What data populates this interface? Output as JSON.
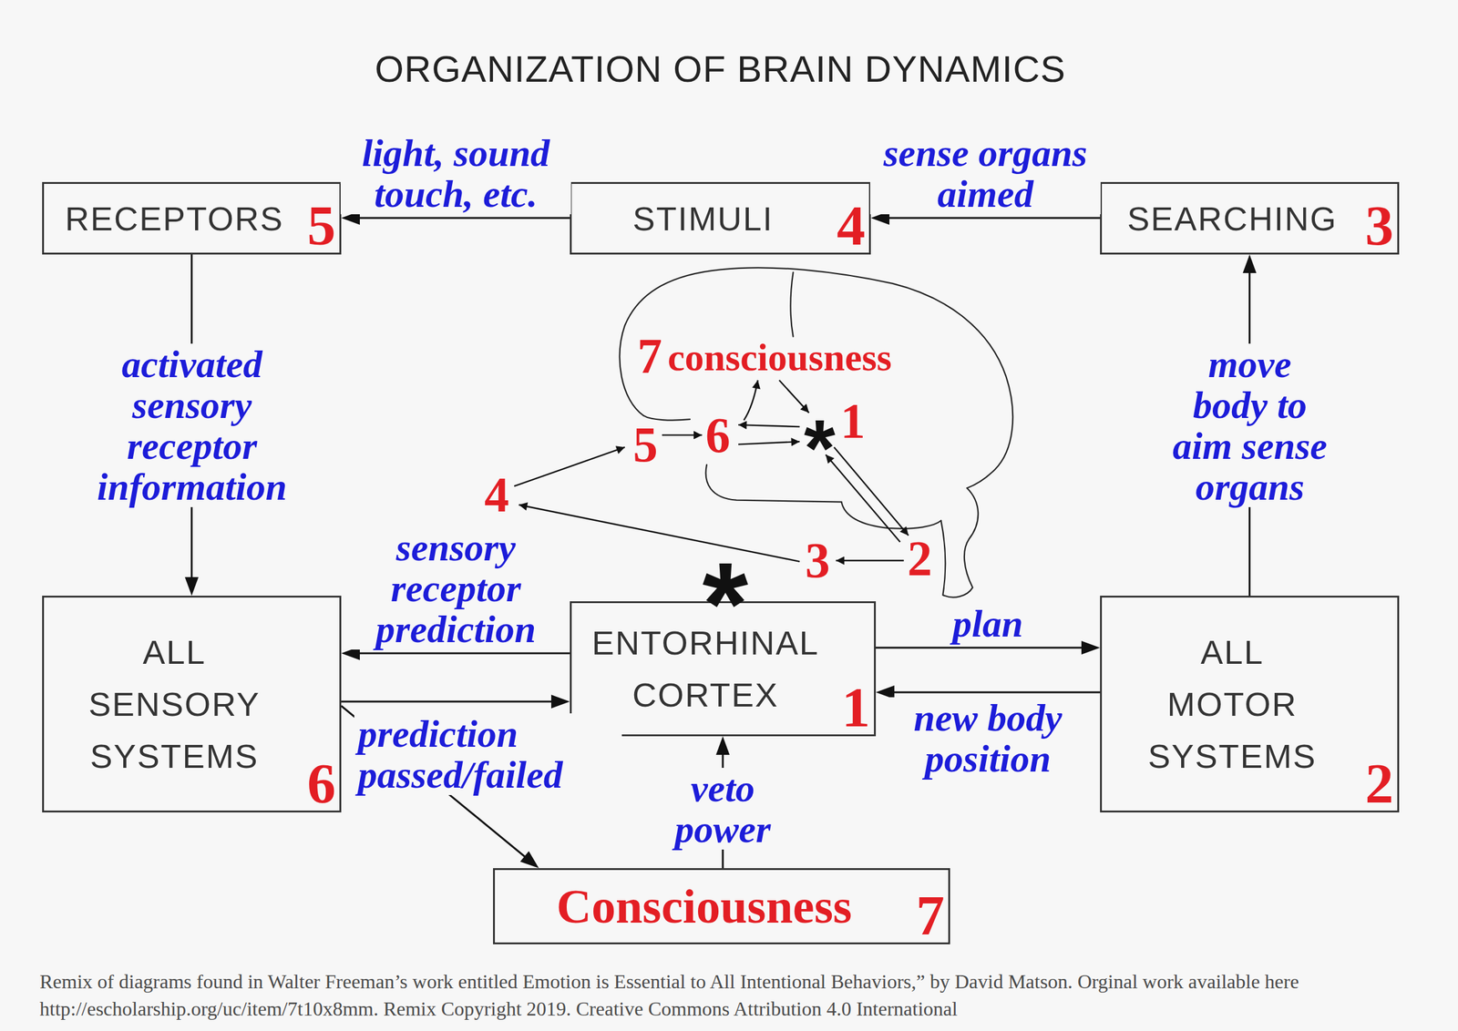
{
  "diagram": {
    "title": "ORGANIZATION OF BRAIN DYNAMICS",
    "caption": "Remix of diagrams found in Walter Freeman’s work entitled Emotion is Essential to All Intentional Behaviors,” by David Matson. Orginal work available here http://escholarship.org/uc/item/7t10x8mm. Remix Copyright 2019. Creative Commons Attribution 4.0 International",
    "nodes": [
      {
        "text": [
          "RECEPTORS",
          "5"
        ]
      },
      {
        "text": [
          "STIMULI",
          "4"
        ]
      },
      {
        "text": [
          "SEARCHING",
          "3"
        ]
      },
      {
        "text": [
          "ALL SENSORY SYSTEMS",
          "6"
        ]
      },
      {
        "text": [
          "ENTORHINAL CORTEX",
          "1"
        ]
      },
      {
        "text": [
          "ALL MOTOR SYSTEMS",
          "2"
        ]
      },
      {
        "text": [
          "Consciousness",
          "7"
        ]
      }
    ],
    "edges": [
      {
        "from": 1,
        "to": 0,
        "label": "light, sound touch, etc.",
        "arrow": "to"
      },
      {
        "from": 2,
        "to": 1,
        "label": "sense organs aimed",
        "arrow": "to"
      },
      {
        "from": 0,
        "to": 3,
        "label": "activated sensory receptor information",
        "arrow": "to"
      },
      {
        "from": 4,
        "to": 3,
        "label": "sensory receptor prediction",
        "arrow": "to"
      },
      {
        "from": 3,
        "to": 4,
        "arrow": "to"
      },
      {
        "from": 4,
        "to": 5,
        "label": "plan",
        "arrow": "to"
      },
      {
        "from": 5,
        "to": 4,
        "label": "new body position",
        "arrow": "to"
      },
      {
        "from": 5,
        "to": 2,
        "label": "move body to aim sense organs",
        "arrow": "to"
      },
      {
        "from": 6,
        "to": 4,
        "label": "veto power",
        "arrow": "to"
      },
      {
        "from": 3,
        "to": 6,
        "label": "prediction passed/failed",
        "arrow": "to"
      }
    ],
    "labels": [
      "7",
      "consciousness",
      "*",
      "1",
      "5",
      "6",
      "4",
      "3",
      "2",
      "*"
    ]
  }
}
